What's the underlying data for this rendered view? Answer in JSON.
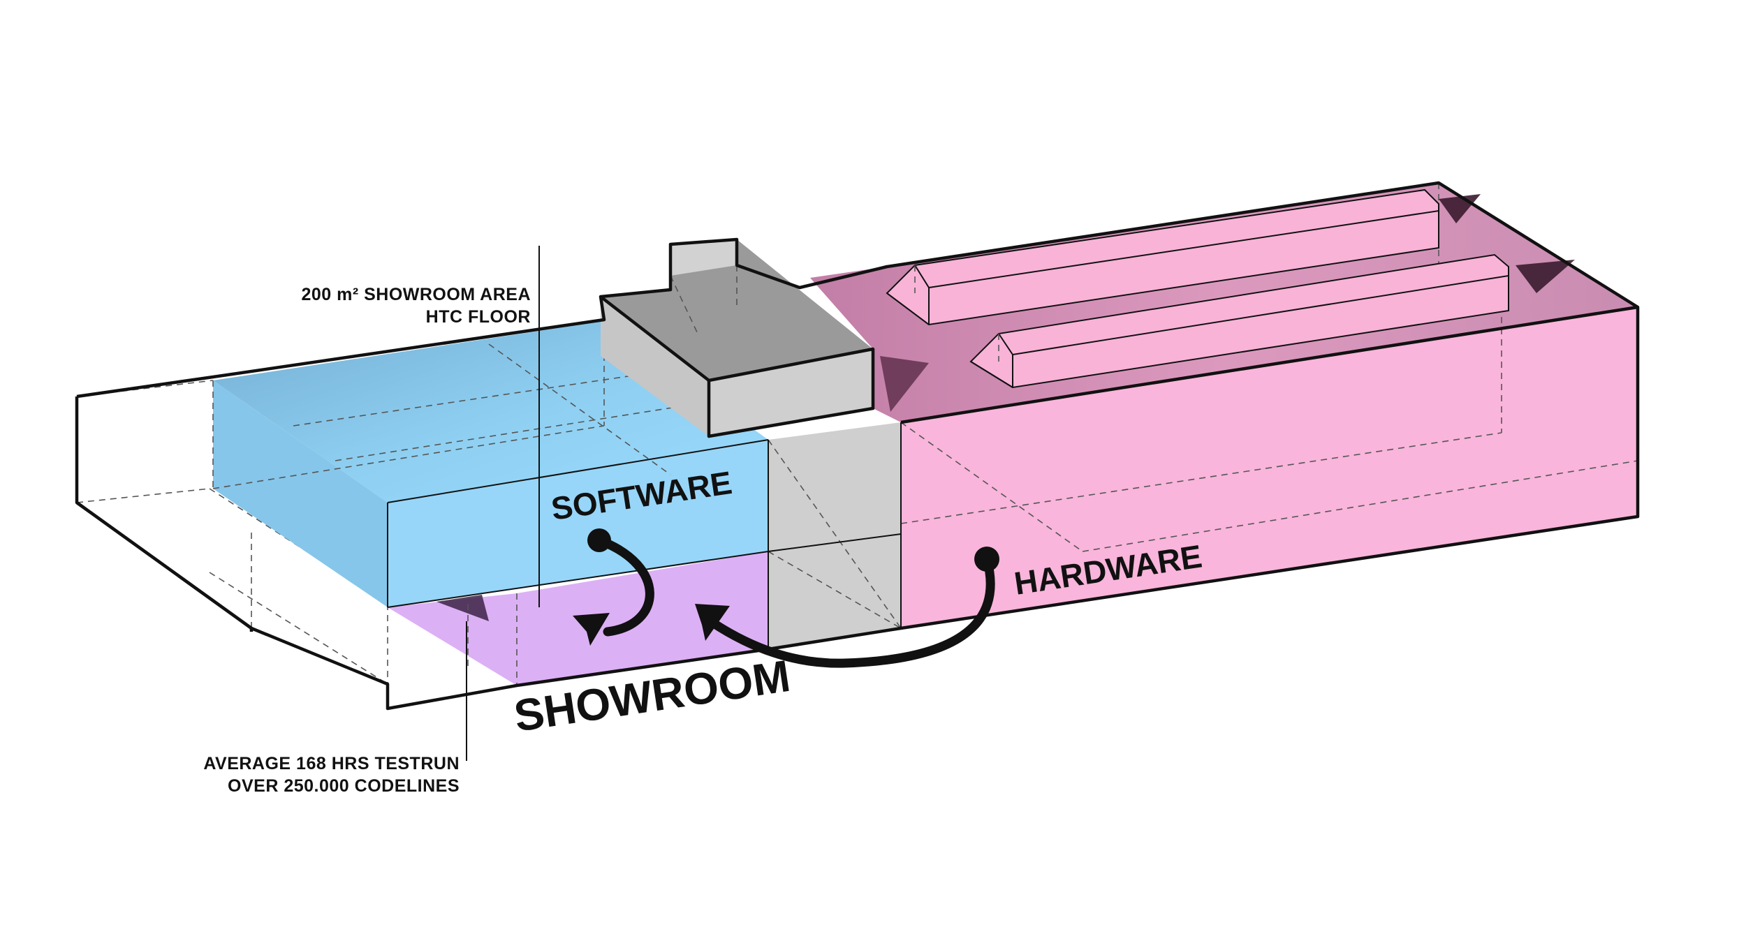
{
  "zones": {
    "software": {
      "label": "SOFTWARE",
      "color": "#99D6F7"
    },
    "showroom": {
      "label": "SHOWROOM",
      "color": "#DEB3F7"
    },
    "hardware": {
      "label": "HARDWARE",
      "color": "#F9B6DB"
    },
    "core": {
      "color": "#D0D0D0"
    }
  },
  "annotations": {
    "showroom_area": {
      "line1": "200 m² SHOWROOM AREA",
      "line2": "HTC FLOOR"
    },
    "testrun": {
      "line1": "AVERAGE 168 HRS TESTRUN",
      "line2": "OVER 250.000 CODELINES"
    }
  },
  "flows": [
    {
      "from": "software",
      "to": "showroom"
    },
    {
      "from": "hardware",
      "to": "showroom"
    }
  ]
}
